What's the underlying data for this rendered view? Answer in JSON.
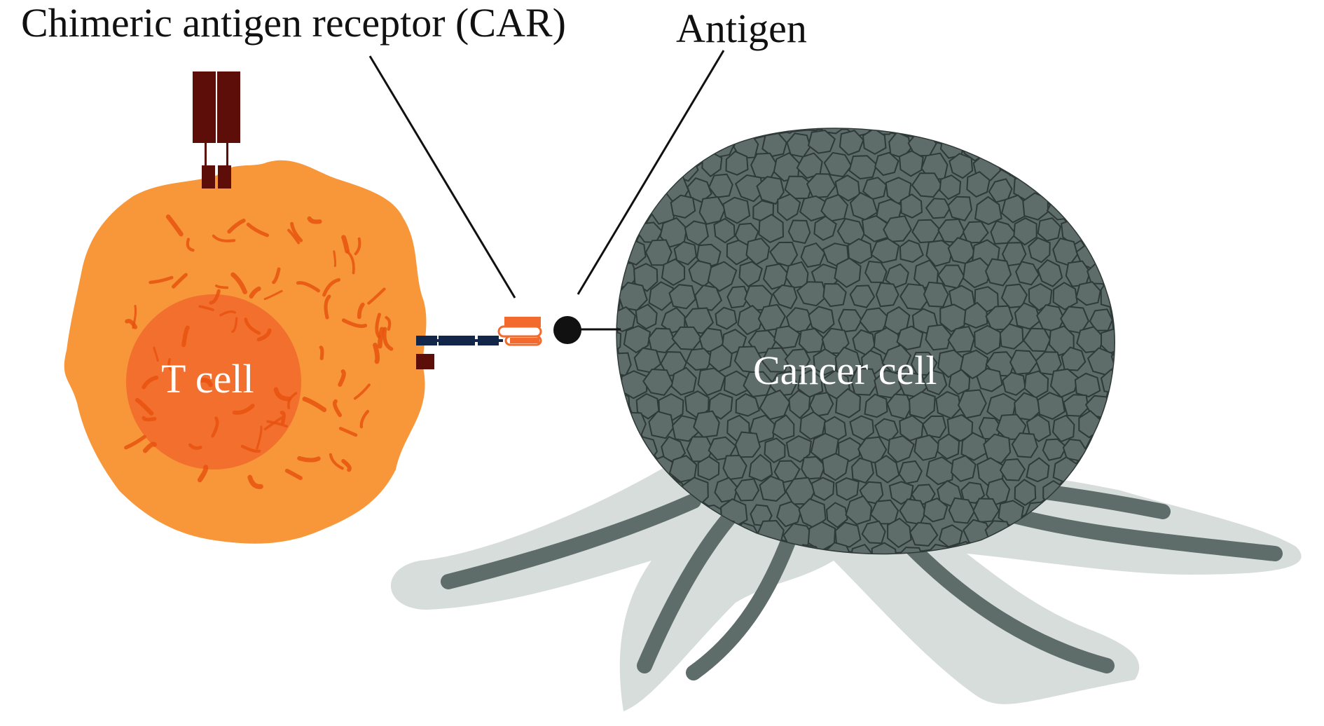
{
  "labels": {
    "car": "Chimeric antigen receptor (CAR)",
    "antigen": "Antigen",
    "t_cell": "T cell",
    "cancer_cell": "Cancer cell"
  },
  "colors": {
    "t_cell_body": "#F7973A",
    "t_cell_nucleus": "#F26A2E",
    "t_cell_texture": "#E8520E",
    "receptor_dark_red": "#5E0E08",
    "car_navy": "#12264A",
    "car_orange": "#F26A2E",
    "cancer_cell_body": "#5E6C6A",
    "cancer_cell_outline": "#2E3A38",
    "cancer_shadow": "#D7DDDB",
    "antigen": "#111111",
    "leader_line": "#111111"
  }
}
